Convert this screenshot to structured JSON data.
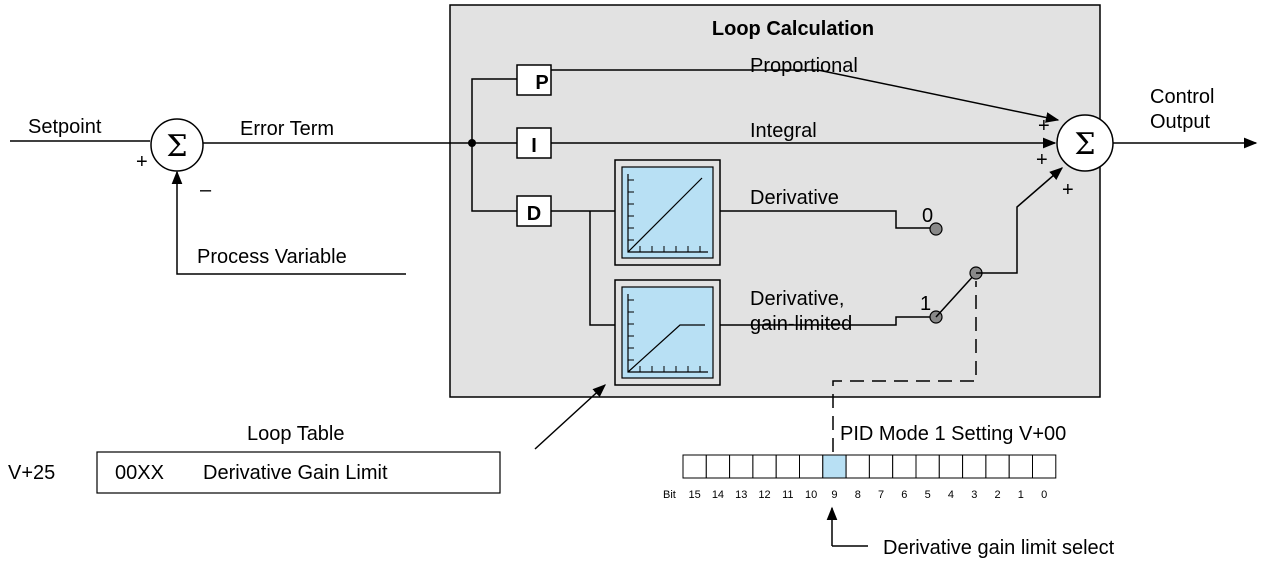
{
  "title": "Loop Calculation",
  "inputs": {
    "setpoint": "Setpoint",
    "error_term": "Error Term",
    "process_variable": "Process Variable",
    "control_output_line1": "Control",
    "control_output_line2": "Output"
  },
  "sum_symbol": "Σ",
  "signs": {
    "plus": "+",
    "minus": "–"
  },
  "blocks": {
    "p": "P",
    "i": "I",
    "d": "D"
  },
  "paths": {
    "proportional": "Proportional",
    "integral": "Integral",
    "derivative": "Derivative",
    "derivative_limited_line1": "Derivative,",
    "derivative_limited_line2": "gain-limited"
  },
  "switch": {
    "pos0": "0",
    "pos1": "1"
  },
  "loop_table": {
    "title": "Loop Table",
    "address": "V+25",
    "value": "00XX",
    "description": "Derivative Gain Limit"
  },
  "pid_mode": {
    "title": "PID Mode 1 Setting V+00",
    "bit_label": "Bit",
    "bits": [
      "15",
      "14",
      "13",
      "12",
      "11",
      "10",
      "9",
      "8",
      "7",
      "6",
      "5",
      "4",
      "3",
      "2",
      "1",
      "0"
    ],
    "highlighted_bit": "9",
    "highlight_color": "#b8e0f4",
    "select_label": "Derivative gain limit select"
  },
  "colors": {
    "panel": "#e2e2e2",
    "graph_fill": "#b8e0f4",
    "switch_dot": "#888888"
  }
}
